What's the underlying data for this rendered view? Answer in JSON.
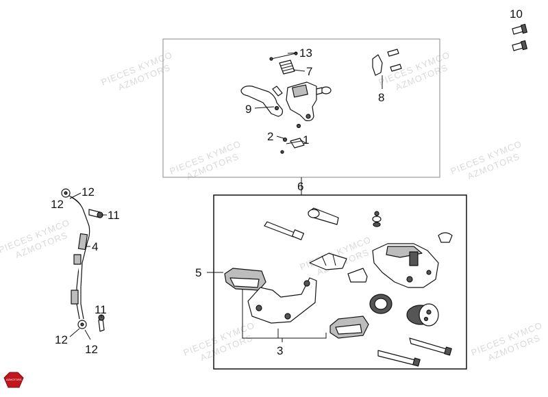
{
  "diagram": {
    "callouts": {
      "c1": "1",
      "c2": "2",
      "c3": "3",
      "c4": "4",
      "c5": "5",
      "c6": "6",
      "c7": "7",
      "c8": "8",
      "c9": "9",
      "c10": "10",
      "c11a": "11",
      "c11b": "11",
      "c12a": "12",
      "c12b": "12",
      "c12c": "12",
      "c12d": "12",
      "c13": "13"
    },
    "watermark": {
      "line1": "PIECES KYMCO",
      "line2": "AZMOTORS"
    },
    "logo_text": "AZMOTORS"
  },
  "colors": {
    "line": "#111111",
    "watermark": "#d9d9d9",
    "logo": "#c0161d",
    "box_border": "#888888"
  }
}
